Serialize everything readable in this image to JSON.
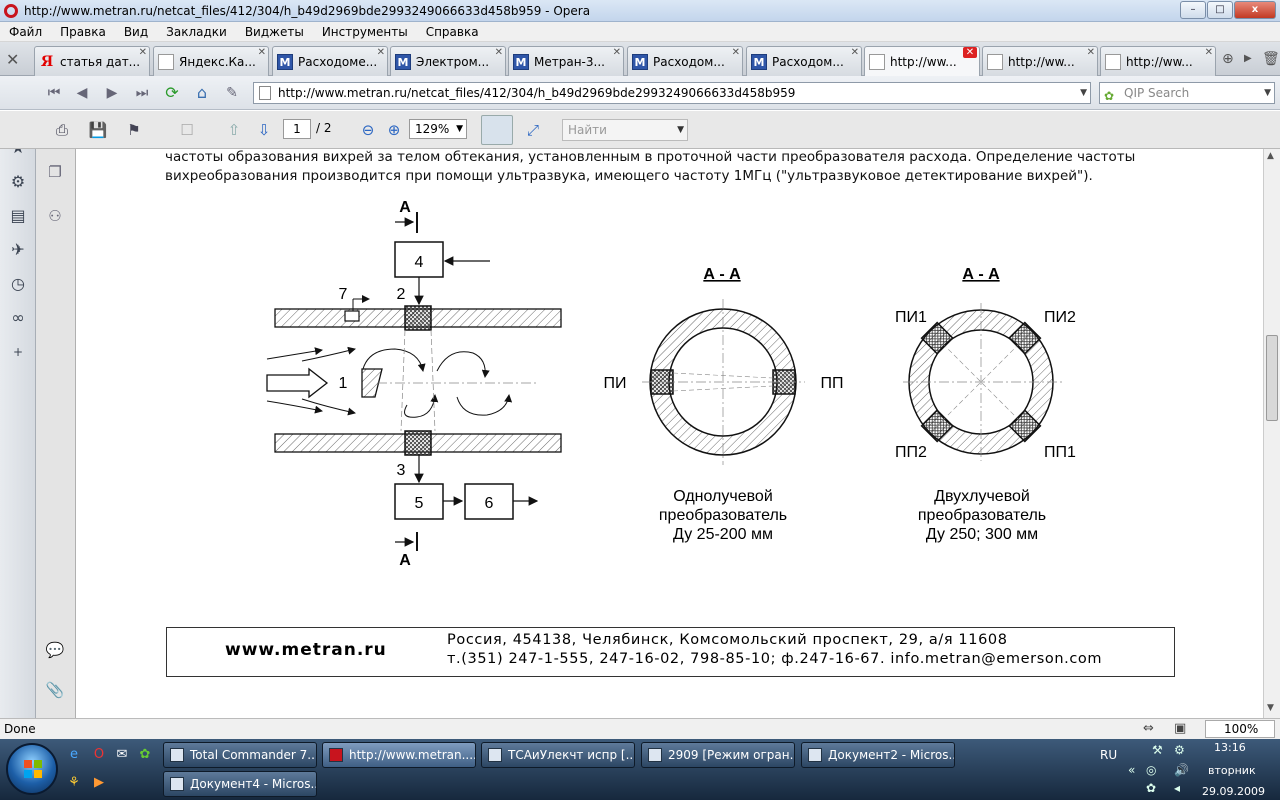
{
  "window": {
    "title": "http://www.metran.ru/netcat_files/412/304/h_b49d2969bde2993249066633d458b959 - Opera",
    "buttons": {
      "minimize": "–",
      "maximize": "□",
      "close": "x"
    }
  },
  "menu": [
    "Файл",
    "Правка",
    "Вид",
    "Закладки",
    "Виджеты",
    "Инструменты",
    "Справка"
  ],
  "tabs": [
    {
      "label": "статья дат...",
      "icon": "yandex-icon",
      "glyph": "Я"
    },
    {
      "label": "Яндекс.Ка...",
      "icon": "page-icon",
      "glyph": ""
    },
    {
      "label": "Расходоме...",
      "icon": "metran-icon",
      "glyph": "M"
    },
    {
      "label": "Электром...",
      "icon": "metran-icon",
      "glyph": "M"
    },
    {
      "label": "Метран-3...",
      "icon": "metran-icon",
      "glyph": "M"
    },
    {
      "label": "Расходом...",
      "icon": "metran-icon",
      "glyph": "M"
    },
    {
      "label": "Расходом...",
      "icon": "metran-icon",
      "glyph": "M"
    },
    {
      "label": "http://ww...",
      "icon": "page-icon",
      "glyph": ""
    },
    {
      "label": "http://ww...",
      "icon": "page-icon",
      "glyph": ""
    },
    {
      "label": "http://ww...",
      "icon": "page-icon",
      "glyph": ""
    }
  ],
  "address": {
    "url": "http://www.metran.ru/netcat_files/412/304/h_b49d2969bde2993249066633d458b959"
  },
  "search": {
    "placeholder": "QIP Search"
  },
  "pdf_toolbar": {
    "page_current": "1",
    "page_total": "/ 2",
    "zoom": "129%",
    "find_placeholder": "Найти"
  },
  "document": {
    "paragraph": "частоты образования вихрей за телом обтекания, установленным в проточной части преобразователя расхода. Определение частоты вихреобразования производится при помощи ультразвука, имеющего частоту 1МГц (\"ультразвуковое детектирование вихрей\").",
    "diagram": {
      "section_top": "А",
      "section_bottom": "А",
      "labels": {
        "n1": "1",
        "n2": "2",
        "n3": "3",
        "n4": "4",
        "n5": "5",
        "n6": "6",
        "n7": "7"
      },
      "view1": {
        "title": "А - А",
        "left": "ПИ",
        "right": "ПП",
        "caption1": "Однолучевой",
        "caption2": "преобразователь",
        "caption3": "Ду 25-200 мм"
      },
      "view2": {
        "title": "А - А",
        "tl": "ПИ1",
        "tr": "ПИ2",
        "bl": "ПП2",
        "br": "ПП1",
        "caption1": "Двухлучевой",
        "caption2": "преобразователь",
        "caption3": "Ду 250; 300 мм"
      }
    },
    "footer": {
      "site": "www.metran.ru",
      "address_line1": "Россия, 454138, Челябинск, Комсомольский проспект, 29, а/я 11608",
      "address_line2": "т.(351) 247-1-555, 247-16-02, 798-85-10; ф.247-16-67. info.metran@emerson.com"
    }
  },
  "status": {
    "text": "Done",
    "zoom": "100%"
  },
  "taskbar": {
    "buttons": [
      "Total Commander 7....",
      "http://www.metran....",
      "ТСАиУлекчт испр [...",
      "2909 [Режим огран...",
      "Документ2 - Micros...",
      "Документ4 - Micros..."
    ],
    "tray": {
      "lang": "RU",
      "time": "13:16",
      "day": "вторник",
      "date": "29.09.2009"
    }
  }
}
